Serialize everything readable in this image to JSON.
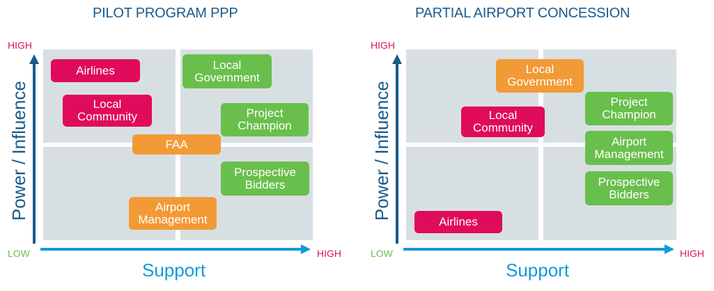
{
  "colors": {
    "title": "#1b5a8c",
    "quadrant_bg": "#d8dfe3",
    "vertical_axis": "#195a8b",
    "horizontal_axis": "#119ad8",
    "high_label": "#e0115e",
    "low_label": "#6abf4b",
    "pink": "#e00b5a",
    "green": "#69bf4c",
    "orange": "#f29a36"
  },
  "axes": {
    "y_title": "Power / Influence",
    "x_title": "Support",
    "high": "HIGH",
    "low": "LOW"
  },
  "panels": [
    {
      "title": "PILOT PROGRAM PPP",
      "stakeholders": [
        {
          "label": "Airlines",
          "color": "pink",
          "quadrant": "high-power / low-support"
        },
        {
          "label": "Local\nCommunity",
          "color": "pink",
          "quadrant": "high-power / low-support"
        },
        {
          "label": "Local\nGovernment",
          "color": "green",
          "quadrant": "high-power / high-support"
        },
        {
          "label": "Project\nChampion",
          "color": "green",
          "quadrant": "high-power / high-support"
        },
        {
          "label": "FAA",
          "color": "orange",
          "quadrant": "center"
        },
        {
          "label": "Prospective\nBidders",
          "color": "green",
          "quadrant": "low-power / high-support"
        },
        {
          "label": "Airport\nManagement",
          "color": "orange",
          "quadrant": "low-power / center-support"
        }
      ]
    },
    {
      "title": "PARTIAL AIRPORT CONCESSION",
      "stakeholders": [
        {
          "label": "Local\nGovernment",
          "color": "orange",
          "quadrant": "high-power / center-support"
        },
        {
          "label": "Local\nCommunity",
          "color": "pink",
          "quadrant": "high-power / low-support"
        },
        {
          "label": "Project\nChampion",
          "color": "green",
          "quadrant": "high-power / high-support"
        },
        {
          "label": "Airport\nManagement",
          "color": "green",
          "quadrant": "center-power / high-support"
        },
        {
          "label": "Prospective\nBidders",
          "color": "green",
          "quadrant": "low-power / high-support"
        },
        {
          "label": "Airlines",
          "color": "pink",
          "quadrant": "low-power / low-support"
        }
      ]
    }
  ]
}
